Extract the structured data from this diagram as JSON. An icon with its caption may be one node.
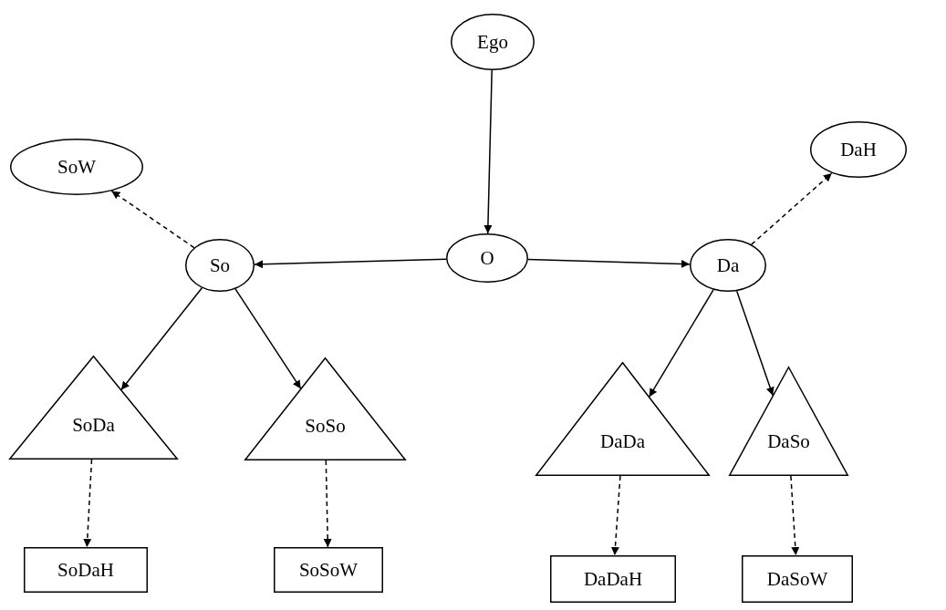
{
  "diagram": {
    "nodes": [
      {
        "text": [
          "Ego"
        ]
      },
      {
        "text": [
          "SoW"
        ]
      },
      {
        "text": [
          "DaH"
        ]
      },
      {
        "text": [
          "O"
        ]
      },
      {
        "text": [
          "So"
        ]
      },
      {
        "text": [
          "Da"
        ]
      },
      {
        "text": [
          "SoDa"
        ]
      },
      {
        "text": [
          "SoSo"
        ]
      },
      {
        "text": [
          "DaDa"
        ]
      },
      {
        "text": [
          "DaSo"
        ]
      },
      {
        "text": [
          "SoDaH"
        ]
      },
      {
        "text": [
          "SoSoW"
        ]
      },
      {
        "text": [
          "DaDaH"
        ]
      },
      {
        "text": [
          "DaSoW"
        ]
      }
    ],
    "edges": [
      {
        "from": 0,
        "to": 3,
        "arrow": "to"
      },
      {
        "from": 3,
        "to": 4,
        "arrow": "to"
      },
      {
        "from": 3,
        "to": 5,
        "arrow": "to"
      },
      {
        "from": 4,
        "to": 1,
        "arrow": "to",
        "style": "dashed"
      },
      {
        "from": 5,
        "to": 2,
        "arrow": "to",
        "style": "dashed"
      },
      {
        "from": 4,
        "to": 6,
        "arrow": "to"
      },
      {
        "from": 4,
        "to": 7,
        "arrow": "to"
      },
      {
        "from": 5,
        "to": 8,
        "arrow": "to"
      },
      {
        "from": 5,
        "to": 9,
        "arrow": "to"
      },
      {
        "from": 6,
        "to": 10,
        "arrow": "to",
        "style": "dashed"
      },
      {
        "from": 7,
        "to": 11,
        "arrow": "to",
        "style": "dashed"
      },
      {
        "from": 8,
        "to": 12,
        "arrow": "to",
        "style": "dashed"
      },
      {
        "from": 9,
        "to": 13,
        "arrow": "to",
        "style": "dashed"
      }
    ]
  }
}
